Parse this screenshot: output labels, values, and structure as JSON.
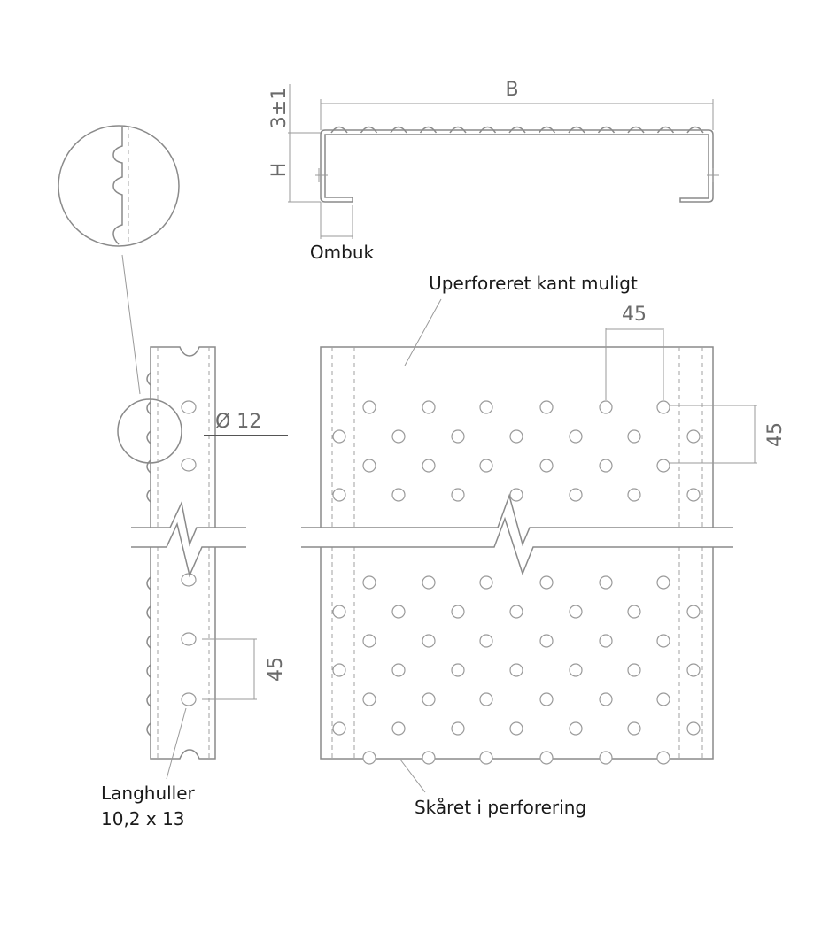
{
  "profile": {
    "width_label": "B",
    "height_label": "H",
    "thickness_label": "3±1",
    "flange_label": "Ombuk"
  },
  "labels": {
    "unperforated_edge": "Uperforeret kant muligt",
    "hole_pitch_horizontal": "45",
    "hole_pitch_vertical": "45",
    "hole_diameter": "Ø 12",
    "strip_pitch": "45",
    "slots_title": "Langhuller",
    "slots_size": "10,2 x 13",
    "cut_in_perforation": "Skåret i perforering"
  }
}
